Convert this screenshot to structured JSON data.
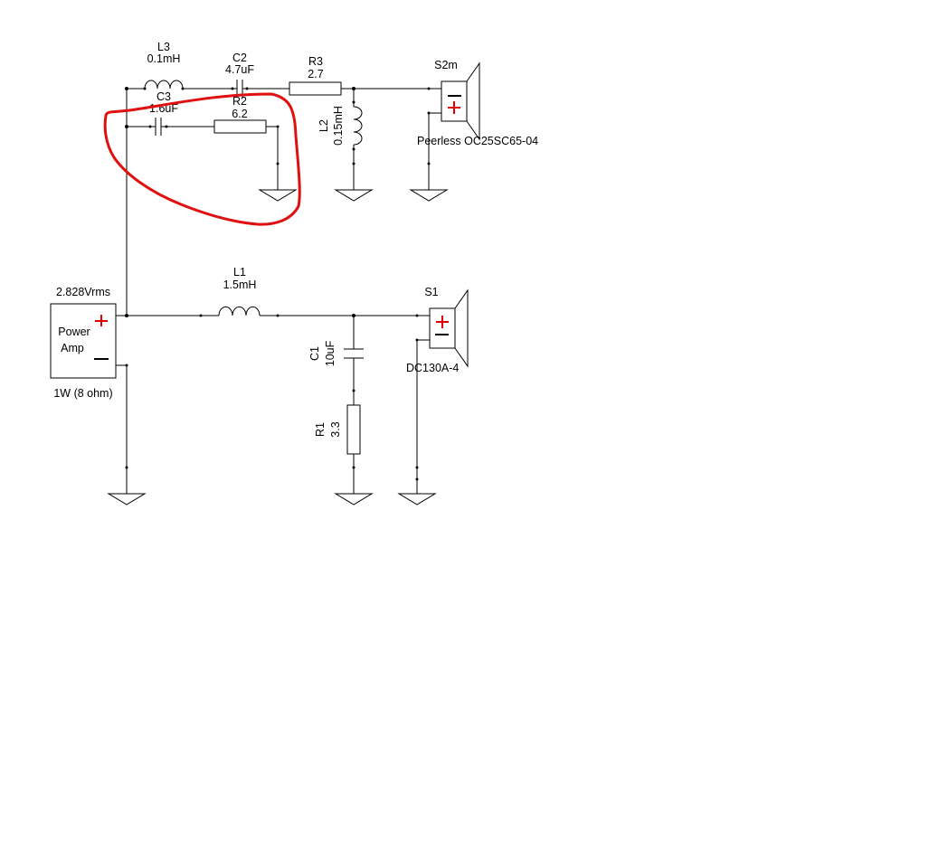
{
  "components": {
    "L3": {
      "ref": "L3",
      "value": "0.1mH"
    },
    "C2": {
      "ref": "C2",
      "value": "4.7uF"
    },
    "R3": {
      "ref": "R3",
      "value": "2.7"
    },
    "C3": {
      "ref": "C3",
      "value": "1.6uF"
    },
    "R2": {
      "ref": "R2",
      "value": "6.2"
    },
    "L2": {
      "ref": "L2",
      "value": "0.15mH"
    },
    "S2m": {
      "ref": "S2m",
      "model": "Peerless OC25SC65-04"
    },
    "L1": {
      "ref": "L1",
      "value": "1.5mH"
    },
    "C1": {
      "ref": "C1",
      "value": "10uF"
    },
    "R1": {
      "ref": "R1",
      "value": "3.3"
    },
    "S1": {
      "ref": "S1",
      "model": "DC130A-4"
    },
    "amp": {
      "voltage": "2.828Vrms",
      "line1": "Power",
      "line2": "Amp",
      "rating": "1W (8 ohm)"
    }
  },
  "colors": {
    "annotation": "#e01010",
    "polarity_plus": "#e00000",
    "wire": "#000000"
  },
  "icons": {
    "ground": "ground-icon",
    "speaker": "speaker-icon"
  }
}
